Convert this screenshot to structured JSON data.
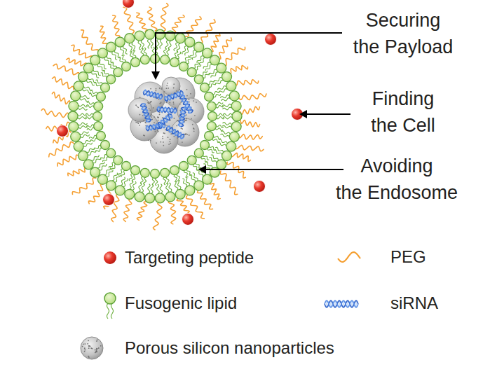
{
  "diagram": {
    "labels": [
      "Securing the Payload",
      "Finding the Cell",
      "Avoiding the Endosome"
    ],
    "legend": [
      {
        "text": "Targeting peptide"
      },
      {
        "text": "PEG"
      },
      {
        "text": "Fusogenic lipid"
      },
      {
        "text": "siRNA"
      },
      {
        "text": "Porous silicon nanoparticles"
      }
    ]
  }
}
